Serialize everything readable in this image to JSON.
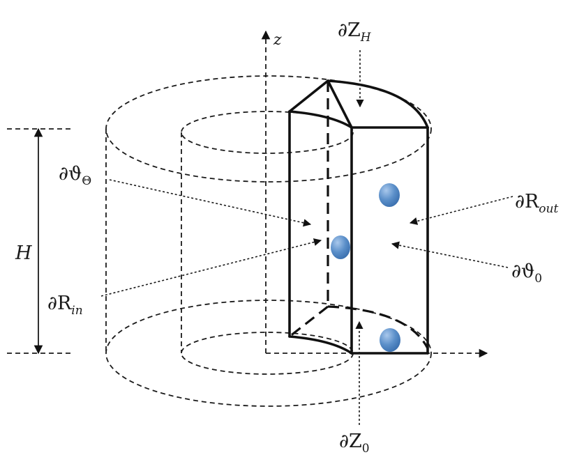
{
  "labels": {
    "z_axis": "z",
    "dZ_H": {
      "main": "∂Z",
      "sub": "H"
    },
    "dZ_0": {
      "main": "∂Z",
      "sub": "0"
    },
    "dTheta_Theta": {
      "main": "∂ϑ",
      "sub": "Θ"
    },
    "dTheta_0": {
      "main": "∂ϑ",
      "sub": "0"
    },
    "dR_out": {
      "main": "∂R",
      "sub": "out"
    },
    "dR_in": {
      "main": "∂R",
      "sub": "in"
    },
    "height": "H"
  },
  "colors": {
    "line": "#111111",
    "particle": "#5b8fc9",
    "particle_highlight": "#a9c8ec"
  },
  "particles_count": 3
}
